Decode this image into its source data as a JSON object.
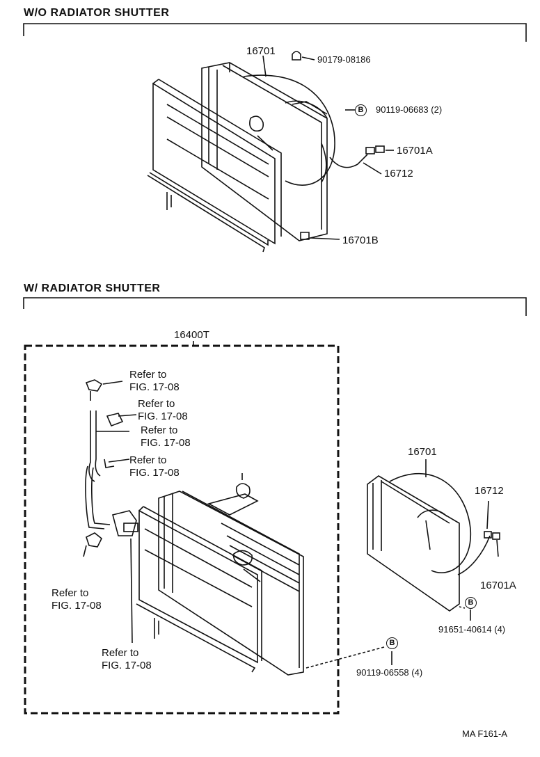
{
  "sections": {
    "without_shutter": "W/O RADIATOR  SHUTTER",
    "with_shutter": "W/ RADIATOR  SHUTTER"
  },
  "parts_top": {
    "p16701": "16701",
    "p90179": "90179-08186",
    "p90119_06683": "90119-06683 (2)",
    "p16701A": "16701A",
    "p16712": "16712",
    "p16701B": "16701B"
  },
  "parts_bottom": {
    "p16400T": "16400T",
    "p16701": "16701",
    "p16712": "16712",
    "p16701A": "16701A",
    "p91651": "91651-40614 (4)",
    "p90119_06558": "90119-06558 (4)"
  },
  "refer": {
    "line1": "Refer to",
    "line2": "FIG. 17-08"
  },
  "bolt_symbol": "B",
  "footer_code": "MA  F161-A"
}
